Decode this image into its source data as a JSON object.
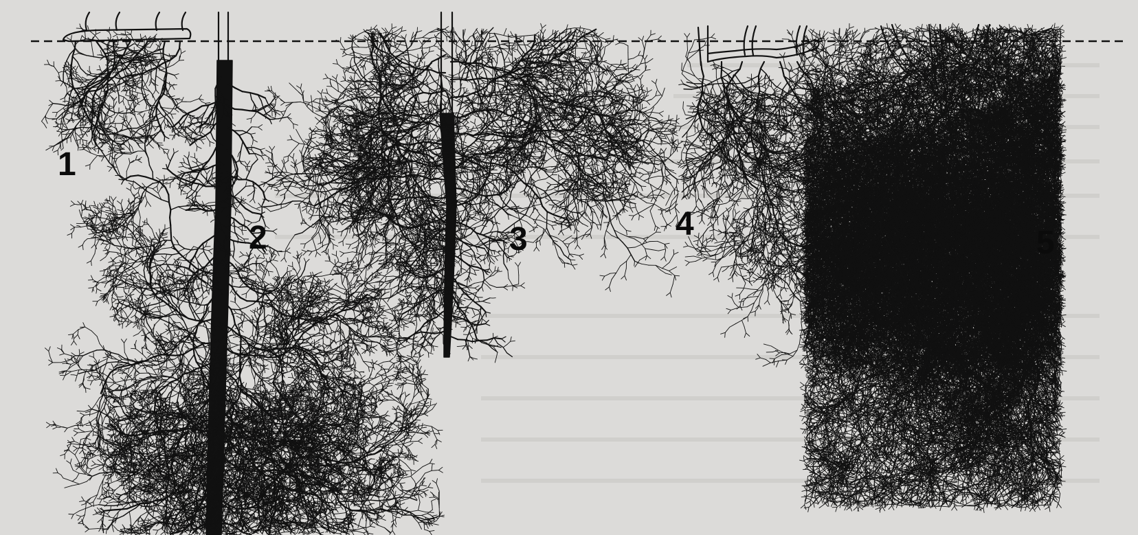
{
  "figure": {
    "labels": [
      "1",
      "2",
      "3",
      "4",
      "5"
    ],
    "colors": {
      "ink": "#111111",
      "paper": "#dcdbd9",
      "bleed_text": "#c6c4c1"
    }
  }
}
